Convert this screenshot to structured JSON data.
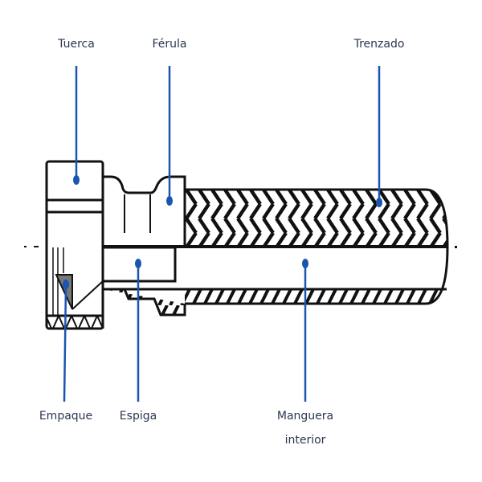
{
  "labels": {
    "tuerca": "Tuerca",
    "ferula": "Férula",
    "trenzado": "Trenzado",
    "empaque": "Empaque",
    "espiga": "Espiga",
    "manguera_line1": "Manguera",
    "manguera_line2": "interior"
  },
  "colors": {
    "leader": "#1a56b0",
    "outline": "#111111",
    "text": "#2b3652"
  }
}
